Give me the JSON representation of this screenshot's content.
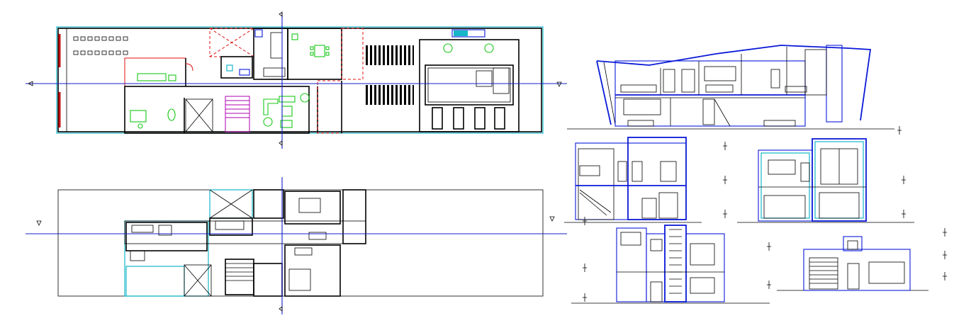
{
  "drawing": {
    "colors": {
      "walls": "#000000",
      "furniture_green": "#18c818",
      "outline_cyan": "#16b6c8",
      "section_blue": "#0a1ad8",
      "hatch_red": "#e01010",
      "stair_magenta": "#b000b0"
    },
    "views": [
      {
        "id": "ground-floor-plan"
      },
      {
        "id": "first-floor-plan"
      },
      {
        "id": "longitudinal-section"
      },
      {
        "id": "cross-section"
      },
      {
        "id": "rear-elevation"
      },
      {
        "id": "side-elevation"
      },
      {
        "id": "front-elevation"
      }
    ],
    "level_marker_icon": "level-marker-icon",
    "section_marker_icon": "section-arrow-icon"
  }
}
